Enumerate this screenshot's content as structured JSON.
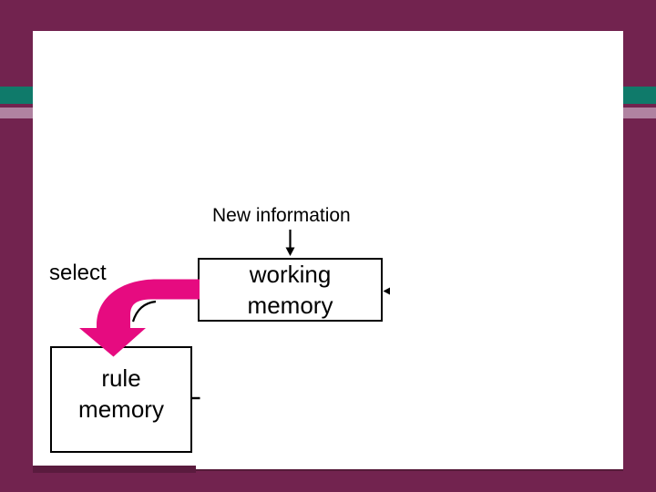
{
  "colors": {
    "background": "#72234f",
    "teal_stripe": "#0f7a6a",
    "mauve_stripe": "#b083a1",
    "slide_white": "#ffffff",
    "shadow_maroon": "#5a1b3e",
    "arrow_pink": "#e60b80",
    "line_black": "#000000"
  },
  "diagram": {
    "new_information_label": "New information",
    "select_label": "select",
    "working_memory_box": {
      "line1": "working",
      "line2": "memory"
    },
    "rule_memory_box": {
      "line1": "rule",
      "line2": "memory"
    }
  }
}
